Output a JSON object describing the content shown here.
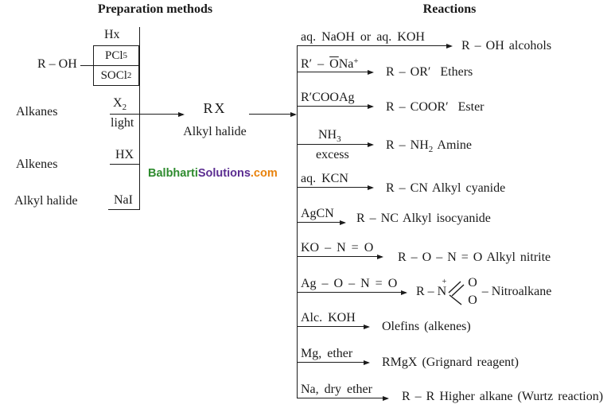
{
  "titles": {
    "preparation": "Preparation methods",
    "reactions": "Reactions"
  },
  "preparation": {
    "substrate_roh": [
      {
        "t": "R – OH"
      }
    ],
    "hx_label": "Hx",
    "pcl5": [
      {
        "t": "PCl"
      },
      {
        "t": "5",
        "s": "sub"
      }
    ],
    "socl2": [
      {
        "t": "SOCl"
      },
      {
        "t": "2",
        "s": "sub"
      }
    ],
    "alkanes_label": "Alkanes",
    "x2_reagent": [
      {
        "t": "X"
      },
      {
        "t": "2",
        "s": "sub"
      }
    ],
    "x2_condition": "light",
    "alkenes_label": "Alkenes",
    "hx_reagent": "HX",
    "alkyl_halide_label": "Alkyl halide",
    "nai_reagent": "NaI"
  },
  "center": {
    "formula": "RX",
    "caption": "Alkyl halide"
  },
  "watermark": [
    {
      "t": "Balbharti",
      "c": "#2e8b2e"
    },
    {
      "t": "Solutions",
      "c": "#5b2d91"
    },
    {
      "t": ".com",
      "c": "#e8820c"
    }
  ],
  "reactions": [
    {
      "reagent": [
        {
          "t": "aq. NaOH or aq. KOH"
        }
      ],
      "product": [
        {
          "t": "R – OH alcohols"
        }
      ]
    },
    {
      "reagent": [
        {
          "t": "R′ – "
        },
        {
          "t": "O",
          "s": "over"
        },
        {
          "t": "Na"
        },
        {
          "t": "+",
          "s": "sup"
        }
      ],
      "product": [
        {
          "t": "R – OR′  Ethers"
        }
      ]
    },
    {
      "reagent": [
        {
          "t": "R′COOAg"
        }
      ],
      "product": [
        {
          "t": "R – COOR′  Ester"
        }
      ]
    },
    {
      "reagent": [
        {
          "t": "NH"
        },
        {
          "t": "3",
          "s": "sub"
        }
      ],
      "condition": "excess",
      "product": [
        {
          "t": "R – NH"
        },
        {
          "t": "2",
          "s": "sub"
        },
        {
          "t": " Amine"
        }
      ]
    },
    {
      "reagent": [
        {
          "t": "aq. KCN"
        }
      ],
      "product": [
        {
          "t": "R – CN Alkyl cyanide"
        }
      ]
    },
    {
      "reagent": [
        {
          "t": "AgCN"
        }
      ],
      "product": [
        {
          "t": "R – NC Alkyl isocyanide"
        }
      ]
    },
    {
      "reagent": [
        {
          "t": "KO – N = O"
        }
      ],
      "product": [
        {
          "t": "R – O – N = O Alkyl nitrite"
        }
      ]
    },
    {
      "reagent": [
        {
          "t": "Ag – O – N = O"
        }
      ],
      "structure": {
        "rn": "R – N",
        "charge": "+",
        "o_top": "O",
        "o_bottom": "O",
        "suffix": "– Nitroalkane"
      }
    },
    {
      "reagent": [
        {
          "t": "Alc. KOH"
        }
      ],
      "product": [
        {
          "t": "Olefins (alkenes)"
        }
      ]
    },
    {
      "reagent": [
        {
          "t": "Mg, ether"
        }
      ],
      "product": [
        {
          "t": "RMgX (Grignard reagent)"
        }
      ]
    },
    {
      "reagent": [
        {
          "t": "Na, dry ether"
        }
      ],
      "product": [
        {
          "t": "R – R Higher alkane (Wurtz reaction)"
        }
      ]
    }
  ]
}
